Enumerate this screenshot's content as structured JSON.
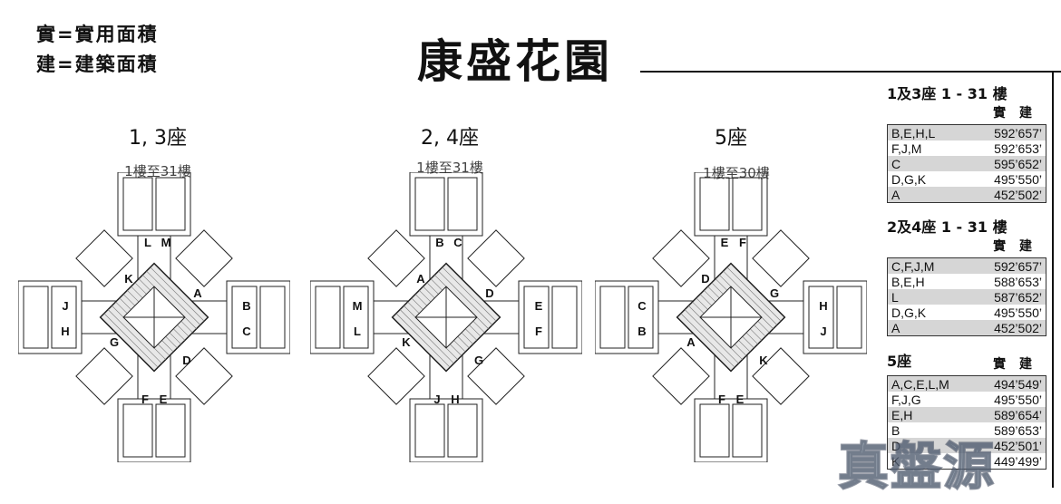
{
  "legend": {
    "line1": "實=實用面積",
    "line2": "建=建築面積"
  },
  "title": "康盛花園",
  "blocks": [
    {
      "label": "1, 3座",
      "floors": "1樓至31樓",
      "flats": {
        "n1": "L",
        "n2": "M",
        "ne": "A",
        "e1": "B",
        "e2": "C",
        "se": "D",
        "s1": "E",
        "s2": "F",
        "sw": "G",
        "w1": "H",
        "w2": "J",
        "nw": "K"
      }
    },
    {
      "label": "2, 4座",
      "floors": "1樓至31樓",
      "flats": {
        "n1": "B",
        "n2": "C",
        "ne": "D",
        "e1": "E",
        "e2": "F",
        "se": "G",
        "s1": "H",
        "s2": "J",
        "sw": "K",
        "w1": "L",
        "w2": "M",
        "nw": "A"
      }
    },
    {
      "label": "5座",
      "floors": "1樓至30樓",
      "flats": {
        "n1": "E",
        "n2": "F",
        "ne": "G",
        "e1": "H",
        "e2": "J",
        "se": "K",
        "s1": "E",
        "s2": "F",
        "sw": "A",
        "w1": "B",
        "w2": "C",
        "nw": "D"
      }
    }
  ],
  "tables": [
    {
      "title": "1及3座 1 - 31 樓",
      "cols": "實 建",
      "rows": [
        {
          "flats": "B,E,H,L",
          "area": "592’657’"
        },
        {
          "flats": "F,J,M",
          "area": "592’653’"
        },
        {
          "flats": "C",
          "area": "595’652’"
        },
        {
          "flats": "D,G,K",
          "area": "495’550’"
        },
        {
          "flats": "A",
          "area": "452’502’"
        }
      ]
    },
    {
      "title": "2及4座 1 - 31 樓",
      "cols": "實 建",
      "rows": [
        {
          "flats": "C,F,J,M",
          "area": "592’657’"
        },
        {
          "flats": "B,E,H",
          "area": "588’653’"
        },
        {
          "flats": "L",
          "area": "587’652’"
        },
        {
          "flats": "D,G,K",
          "area": "495’550’"
        },
        {
          "flats": "A",
          "area": "452’502’"
        }
      ]
    },
    {
      "title": "5座",
      "cols": "實 建",
      "rows": [
        {
          "flats": "A,C,E,L,M",
          "area": "494’549’"
        },
        {
          "flats": "F,J,G",
          "area": "495’550’"
        },
        {
          "flats": "E,H",
          "area": "589’654’"
        },
        {
          "flats": "B",
          "area": "589’653’"
        },
        {
          "flats": "D",
          "area": "452’501’"
        },
        {
          "flats": "K",
          "area": "449’499’"
        }
      ]
    }
  ],
  "watermark": "真盤源"
}
